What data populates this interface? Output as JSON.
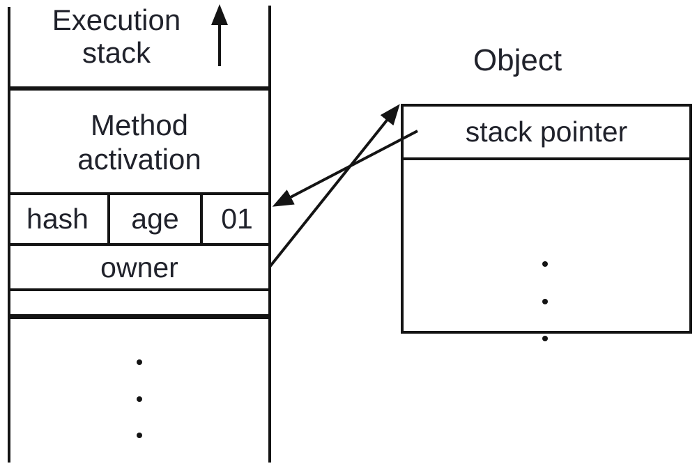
{
  "colors": {
    "line": "#141414",
    "text": "#20222b",
    "background": "#ffffff"
  },
  "execution_stack": {
    "title_line1": "Execution",
    "title_line2": "stack",
    "growth_icon": "arrow-up-icon",
    "method_activation_line1": "Method",
    "method_activation_line2": "activation",
    "lock_record": {
      "hash": "hash",
      "age": "age",
      "lock_bits": "01",
      "owner": "owner"
    },
    "ellipsis_dot_count": 3
  },
  "object": {
    "title": "Object",
    "stack_pointer_label": "stack pointer",
    "ellipsis_dot_count": 3
  }
}
